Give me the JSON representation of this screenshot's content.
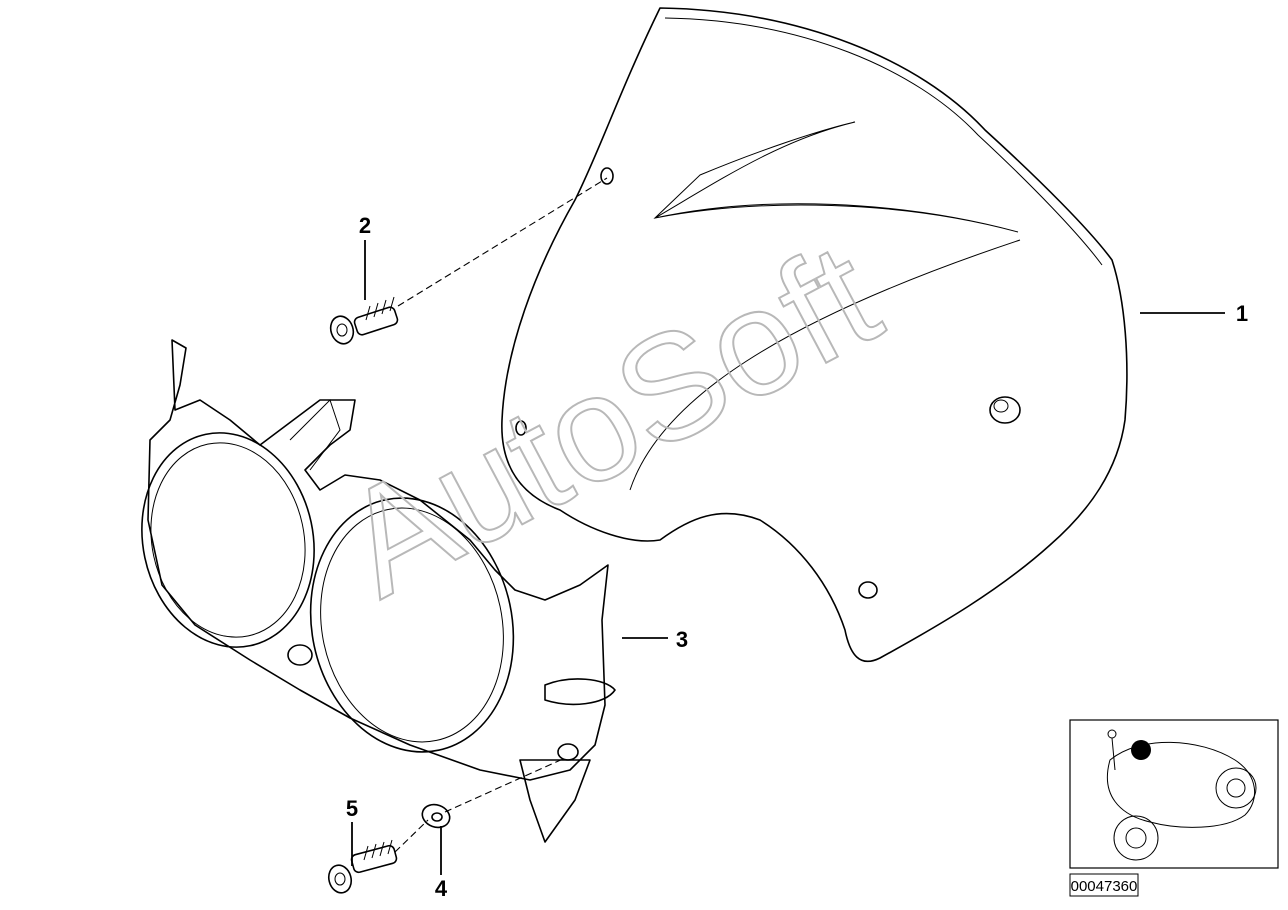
{
  "callouts": {
    "c1": "1",
    "c2": "2",
    "c3": "3",
    "c4": "4",
    "c5": "5"
  },
  "watermark": "AutoSoft",
  "part_number": "00047360",
  "colors": {
    "line": "#000000",
    "part_fill": "#ededed",
    "watermark": "#b8b8b8",
    "background": "#ffffff"
  }
}
